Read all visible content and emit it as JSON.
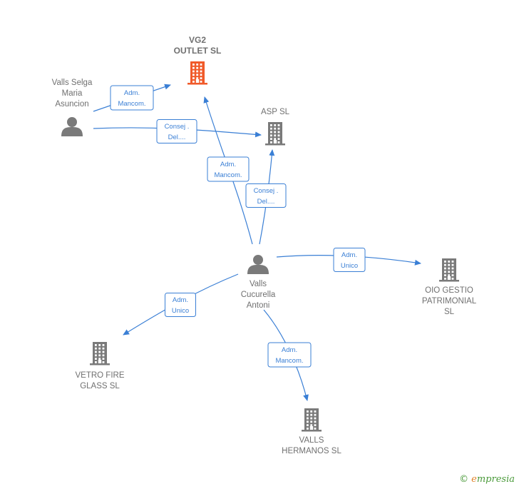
{
  "colors": {
    "edge": "#3a7fd5",
    "node_gray": "#7a7a7a",
    "node_highlight": "#f05a2a",
    "label": "#707070"
  },
  "nodes": [
    {
      "id": "vg2",
      "type": "company",
      "highlight": true,
      "lines": [
        "VG2",
        "OUTLET  SL"
      ],
      "icon": "building-icon"
    },
    {
      "id": "asp",
      "type": "company",
      "highlight": false,
      "lines": [
        "ASP SL"
      ],
      "icon": "building-icon"
    },
    {
      "id": "oio",
      "type": "company",
      "highlight": false,
      "lines": [
        "OIO GESTIO",
        "PATRIMONIAL",
        "SL"
      ],
      "icon": "building-icon"
    },
    {
      "id": "vetro",
      "type": "company",
      "highlight": false,
      "lines": [
        "VETRO FIRE",
        "GLASS  SL"
      ],
      "icon": "building-icon"
    },
    {
      "id": "valls_hermanos",
      "type": "company",
      "highlight": false,
      "lines": [
        "VALLS",
        "HERMANOS SL"
      ],
      "icon": "building-icon"
    },
    {
      "id": "valls_selga",
      "type": "person",
      "highlight": false,
      "lines": [
        "Valls Selga",
        "Maria",
        "Asuncion"
      ],
      "icon": "person-icon"
    },
    {
      "id": "valls_cucurella",
      "type": "person",
      "highlight": false,
      "lines": [
        "Valls",
        "Cucurella",
        "Antoni"
      ],
      "icon": "person-icon"
    }
  ],
  "edges": [
    {
      "from": "valls_selga",
      "to": "vg2",
      "lines": [
        "Adm.",
        "Mancom."
      ]
    },
    {
      "from": "valls_selga",
      "to": "asp",
      "lines": [
        "Consej .",
        "Del...."
      ]
    },
    {
      "from": "valls_cucurella",
      "to": "vg2",
      "lines": [
        "Adm.",
        "Mancom."
      ]
    },
    {
      "from": "valls_cucurella",
      "to": "asp",
      "lines": [
        "Consej .",
        "Del...."
      ]
    },
    {
      "from": "valls_cucurella",
      "to": "oio",
      "lines": [
        "Adm.",
        "Unico"
      ]
    },
    {
      "from": "valls_cucurella",
      "to": "vetro",
      "lines": [
        "Adm.",
        "Unico"
      ]
    },
    {
      "from": "valls_cucurella",
      "to": "valls_hermanos",
      "lines": [
        "Adm.",
        "Mancom."
      ]
    }
  ],
  "branding": {
    "copyright": "©",
    "name_first": "e",
    "name_rest": "mpresia"
  }
}
